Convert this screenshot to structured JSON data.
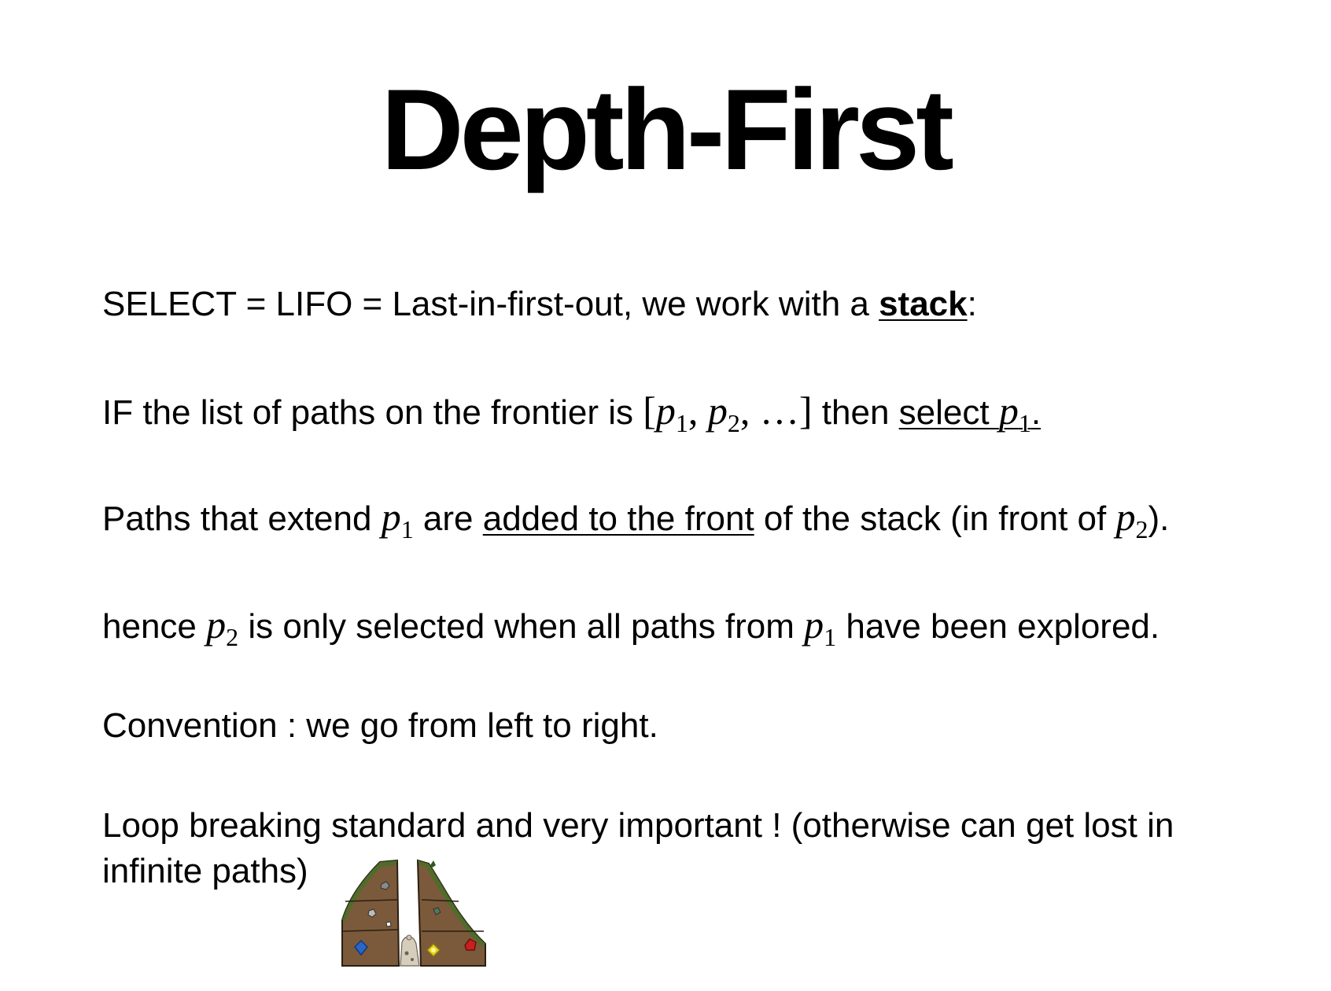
{
  "slide": {
    "title": "Depth-First",
    "line1": {
      "pre": "SELECT = LIFO =  Last-in-first-out, we work with a ",
      "bold": "stack",
      "post": ":"
    },
    "line2": {
      "pre": "IF the list of paths on the frontier is ",
      "math_open": "[",
      "p": "p",
      "sub1": "1",
      "comma": ", ",
      "sub2": "2",
      "ellipsis": ", …]",
      "then": " then ",
      "select": "select ",
      "period": "."
    },
    "line3": {
      "pre": "Paths that extend ",
      "p": "p",
      "sub1": "1",
      "mid": " are ",
      "underlined": "added to the front",
      "post": " of the stack (in front of  ",
      "sub2": "2",
      "end": ")."
    },
    "line4": {
      "pre": "hence ",
      "p": "p",
      "sub2": "2",
      "mid": " is only selected when all paths from  ",
      "sub1": "1",
      "end": "  have been explored."
    },
    "line5": "Convention : we go from left to right.",
    "line6a": "Loop breaking standard and very important ! (otherwise can  get lost in",
    "line6b": "infinite paths)",
    "illustration_icon": "split-mountain-with-gems-icon"
  },
  "colors": {
    "background": "#ffffff",
    "text": "#000000",
    "earth": "#7a5a3a",
    "grass": "#4b6e2a",
    "gem_blue": "#2a66c9",
    "gem_yellow": "#e8d21a",
    "gem_red": "#c8201e"
  }
}
